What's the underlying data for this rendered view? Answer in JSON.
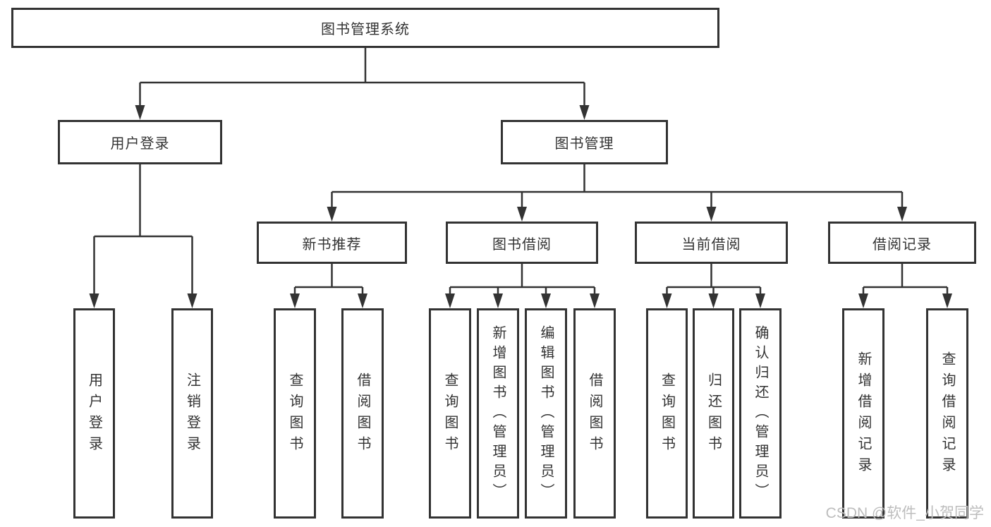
{
  "diagram": {
    "title": "图书管理系统",
    "root": {
      "label": "图书管理系统"
    },
    "level2": [
      {
        "label": "用户登录",
        "children": [
          {
            "label": "用户登录"
          },
          {
            "label": "注销登录"
          }
        ]
      },
      {
        "label": "图书管理",
        "children": [
          {
            "label": "新书推荐",
            "children": [
              {
                "label": "查询图书"
              },
              {
                "label": "借阅图书"
              }
            ]
          },
          {
            "label": "图书借阅",
            "children": [
              {
                "label": "查询图书"
              },
              {
                "label": "新增图书（管理员）"
              },
              {
                "label": "编辑图书（管理员）"
              },
              {
                "label": "借阅图书"
              }
            ]
          },
          {
            "label": "当前借阅",
            "children": [
              {
                "label": "查询图书"
              },
              {
                "label": "归还图书"
              },
              {
                "label": "确认归还（管理员）"
              }
            ]
          },
          {
            "label": "借阅记录",
            "children": [
              {
                "label": "新增借阅记录"
              },
              {
                "label": "查询借阅记录"
              }
            ]
          }
        ]
      }
    ]
  },
  "watermark": {
    "text": "CSDN @软件_小贺同学"
  },
  "colors": {
    "line": "#333333",
    "box_border": "#333333",
    "text": "#333333",
    "watermark": "#bdbdbd",
    "background": "#ffffff"
  }
}
